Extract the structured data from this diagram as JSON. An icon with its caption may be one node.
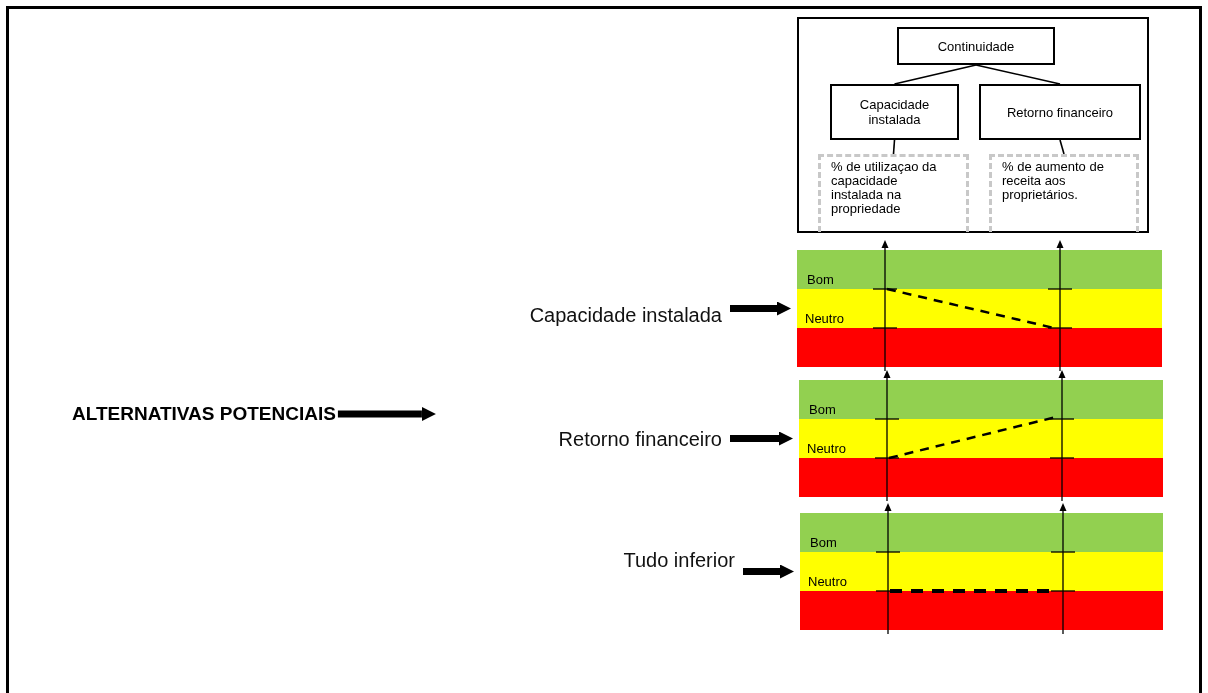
{
  "diagram": {
    "nodes": [
      {
        "text": [
          "ALTERNATIVAS POTENCIAIS"
        ]
      },
      {
        "text": [],
        "shape": "box"
      },
      {
        "text": [
          "Continuidade"
        ],
        "in": 1
      },
      {
        "text": [
          "Capacidade instalada"
        ],
        "in": 1
      },
      {
        "text": [
          "Retorno financeiro"
        ],
        "in": 1
      },
      {
        "text": [
          "% de utilizaçao da capacidade instalada na propriedade"
        ],
        "in": 1
      },
      {
        "text": [
          "% de aumento de receita aos proprietários."
        ],
        "in": 1
      },
      {
        "text": [
          "Capacidade instalada"
        ]
      },
      {
        "text": [
          "Bom",
          "Neutro"
        ]
      },
      {
        "text": [
          "Retorno financeiro"
        ]
      },
      {
        "text": [
          "Bom",
          "Neutro"
        ]
      },
      {
        "text": [
          "Tudo inferior"
        ]
      },
      {
        "text": [
          "Bom",
          "Neutro"
        ]
      }
    ],
    "edges": [
      {
        "from": 0,
        "to": null,
        "arrow": "to",
        "style": "thick"
      },
      {
        "from": 2,
        "to": 3,
        "arrow": "none"
      },
      {
        "from": 2,
        "to": 4,
        "arrow": "none"
      },
      {
        "from": 3,
        "to": 5,
        "arrow": "none"
      },
      {
        "from": 4,
        "to": 6,
        "arrow": "none"
      },
      {
        "from": 7,
        "to": 8,
        "arrow": "to",
        "style": "thick"
      },
      {
        "from": 9,
        "to": 10,
        "arrow": "to",
        "style": "thick"
      },
      {
        "from": 11,
        "to": 12,
        "arrow": "to",
        "style": "thick"
      }
    ]
  }
}
